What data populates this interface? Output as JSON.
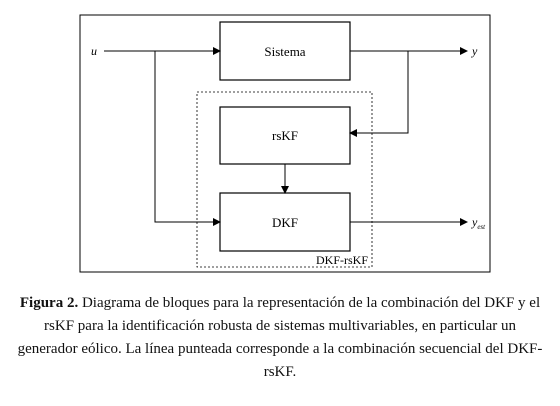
{
  "diagram": {
    "blocks": {
      "sistema": "Sistema",
      "rskf": "rsKF",
      "dkf": "DKF"
    },
    "group_label": "DKF-rsKF",
    "input_label": "u",
    "output_label": "y",
    "output_est_label": "y",
    "output_est_sub": "est"
  },
  "caption": {
    "figure_label": "Figura 2.",
    "text": " Diagrama de bloques para la representación de la combinación del DKF y el rsKF para la identificación robusta de sistemas multivariables, en particular un generador eólico. La línea punteada corresponde a la combinación secuencial del DKF-rsKF."
  }
}
